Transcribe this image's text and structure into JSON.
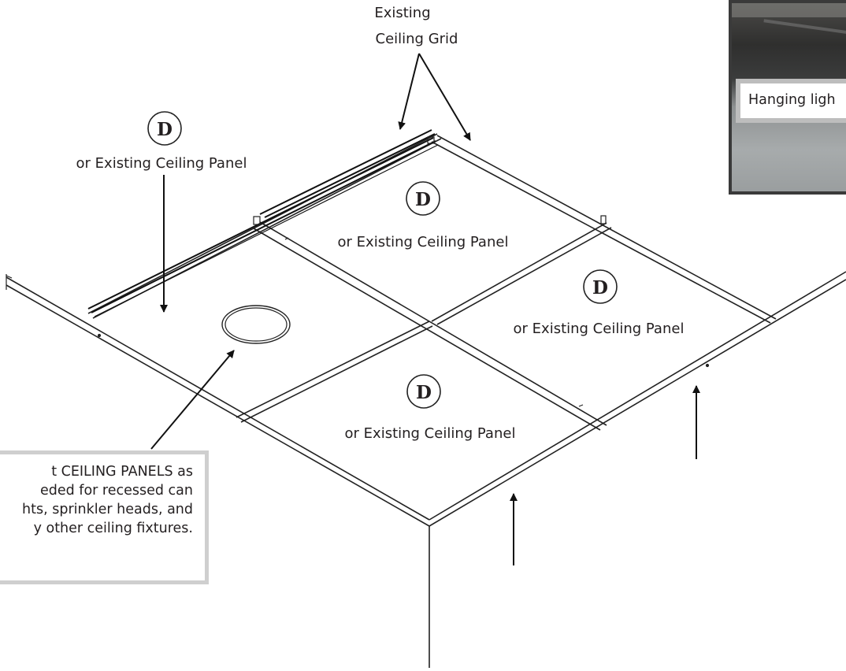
{
  "labels": {
    "grid_line1": "Existing",
    "grid_line2": "Ceiling Grid",
    "panel_marker": "D",
    "panel_caption": "or Existing Ceiling Panel"
  },
  "photo": {
    "caption": "Hanging ligh"
  },
  "note": {
    "lines": [
      "t CEILING PANELS as",
      "eded for recessed can",
      "hts, sprinkler heads, and",
      "y other ceiling fixtures."
    ]
  }
}
